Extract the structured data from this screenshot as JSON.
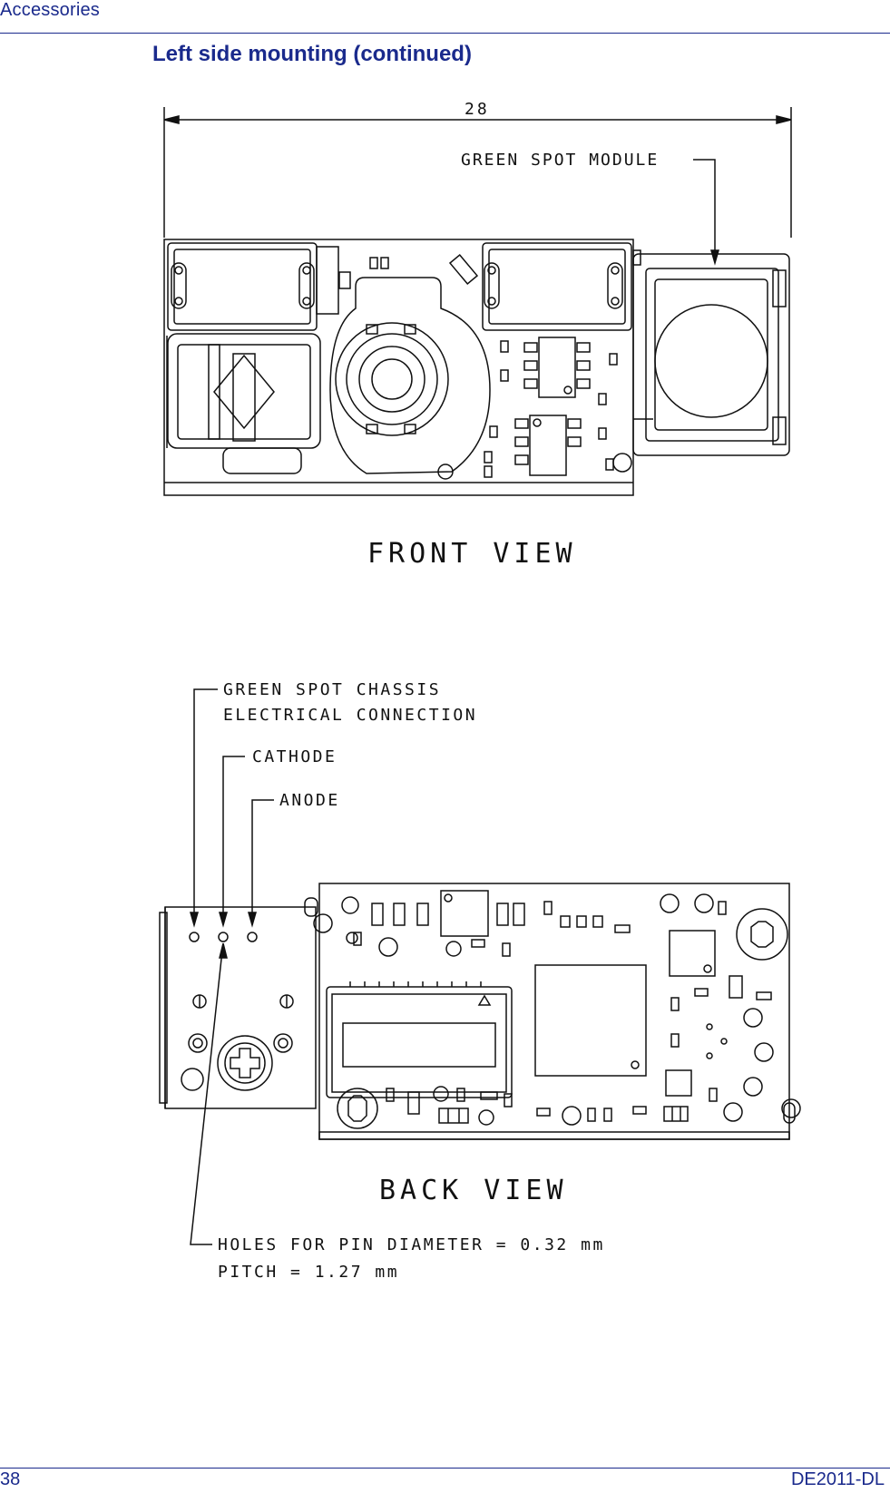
{
  "header": {
    "section": "Accessories"
  },
  "page": {
    "title": "Left side mounting (continued)"
  },
  "front_view": {
    "dimension": "28",
    "module_callout": "GREEN SPOT MODULE",
    "caption": "FRONT VIEW"
  },
  "back_view": {
    "callout_chassis_1": "GREEN SPOT CHASSIS",
    "callout_chassis_2": "ELECTRICAL CONNECTION",
    "callout_cathode": "CATHODE",
    "callout_anode": "ANODE",
    "caption": "BACK VIEW",
    "note_1": "HOLES FOR PIN DIAMETER = 0.32 mm",
    "note_2": "PITCH = 1.27 mm"
  },
  "footer": {
    "page_number": "38",
    "doc_id": "DE2011-DL"
  },
  "colors": {
    "accent": "#1a2a8c",
    "line": "#111111"
  }
}
